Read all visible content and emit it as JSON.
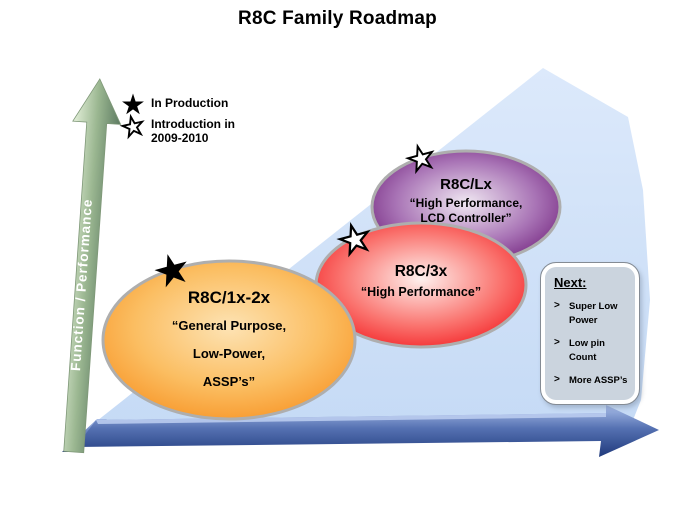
{
  "slide": {
    "title": "R8C Family Roadmap"
  },
  "legend": {
    "items": [
      {
        "icon": "star-filled",
        "label": "In Production"
      },
      {
        "icon": "star-outline",
        "label": "Introduction in 2009-2010"
      }
    ]
  },
  "axis": {
    "y_label": "Function / Performance"
  },
  "bubbles": [
    {
      "id": "r8c-1x-2x",
      "status_icon": "star-filled",
      "title": "R8C/1x-2x",
      "lines": [
        "“General Purpose,",
        "Low-Power,",
        "ASSP’s”"
      ]
    },
    {
      "id": "r8c-3x",
      "status_icon": "star-outline",
      "title": "R8C/3x",
      "lines": [
        "“High Performance”"
      ]
    },
    {
      "id": "r8c-lx",
      "status_icon": "star-outline",
      "title": "R8C/Lx",
      "lines": [
        "“High Performance,",
        "LCD Controller”"
      ]
    }
  ],
  "next_panel": {
    "title": "Next:",
    "bullet": ">",
    "items": [
      "Super Low Power",
      "Low pin Count",
      "More ASSP’s"
    ]
  },
  "colors": {
    "wedge_top": "#DCE9FB",
    "wedge_bottom": "#C5DAF5",
    "axis_green_light": "#E4F0DA",
    "axis_green_mid": "#9BB791",
    "axis_green_dark": "#5C7A61",
    "arrow_blue_light": "#A9BEE9",
    "arrow_blue_mid": "#5571B2",
    "arrow_blue_dark": "#203A7C",
    "arrow_highlight": "#B9CBEE",
    "corner_navy": "#1D3775",
    "orange_inner": "#FDE3B4",
    "orange_mid": "#FBBE62",
    "orange_outer": "#F78F1E",
    "red_inner": "#FEF1EE",
    "red_mid": "#FA7570",
    "red_outer": "#F20D13",
    "purple_inner": "#F0E8F2",
    "purple_mid": "#A873B5",
    "purple_outer": "#651070",
    "bubble_border": "#AEAEAE",
    "panel_fill": "#CBD4DE",
    "panel_border": "#848B94"
  }
}
